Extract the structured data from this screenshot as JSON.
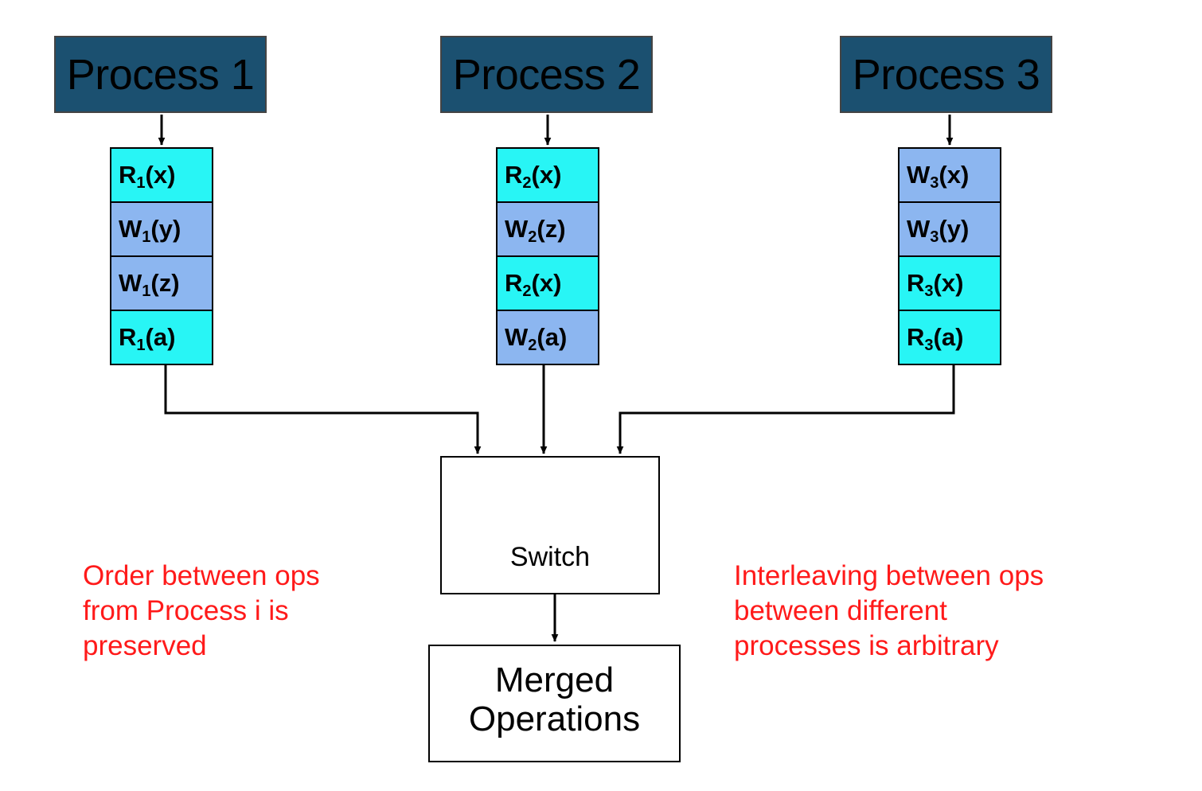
{
  "colors": {
    "process_header_bg": "#1B5070",
    "read_cell_bg": "#28F5F5",
    "write_cell_bg": "#8CB6F0",
    "note_text": "#FF1A1A",
    "stroke": "#000000",
    "background": "#FFFFFF"
  },
  "processes": [
    {
      "title": "Process 1",
      "ops": [
        {
          "kind": "read",
          "op": "R",
          "index": "1",
          "target": "(x)"
        },
        {
          "kind": "write",
          "op": "W",
          "index": "1",
          "target": "(y)"
        },
        {
          "kind": "write",
          "op": "W",
          "index": "1",
          "target": "(z)"
        },
        {
          "kind": "read",
          "op": "R",
          "index": "1",
          "target": "(a)"
        }
      ]
    },
    {
      "title": "Process 2",
      "ops": [
        {
          "kind": "read",
          "op": "R",
          "index": "2",
          "target": "(x)"
        },
        {
          "kind": "write",
          "op": "W",
          "index": "2",
          "target": "(z)"
        },
        {
          "kind": "read",
          "op": "R",
          "index": "2",
          "target": "(x)"
        },
        {
          "kind": "write",
          "op": "W",
          "index": "2",
          "target": "(a)"
        }
      ]
    },
    {
      "title": "Process 3",
      "ops": [
        {
          "kind": "write",
          "op": "W",
          "index": "3",
          "target": "(x)"
        },
        {
          "kind": "write",
          "op": "W",
          "index": "3",
          "target": "(y)"
        },
        {
          "kind": "read",
          "op": "R",
          "index": "3",
          "target": "(x)"
        },
        {
          "kind": "read",
          "op": "R",
          "index": "3",
          "target": "(a)"
        }
      ]
    }
  ],
  "switch": {
    "label": "Switch"
  },
  "merged": {
    "line1": "Merged",
    "line2": "Operations"
  },
  "notes": {
    "left": {
      "line1": "Order between ops",
      "line2": "from Process i is",
      "line3": "preserved"
    },
    "right": {
      "line1": "Interleaving between ops",
      "line2": "between different",
      "line3": "processes is arbitrary"
    }
  }
}
